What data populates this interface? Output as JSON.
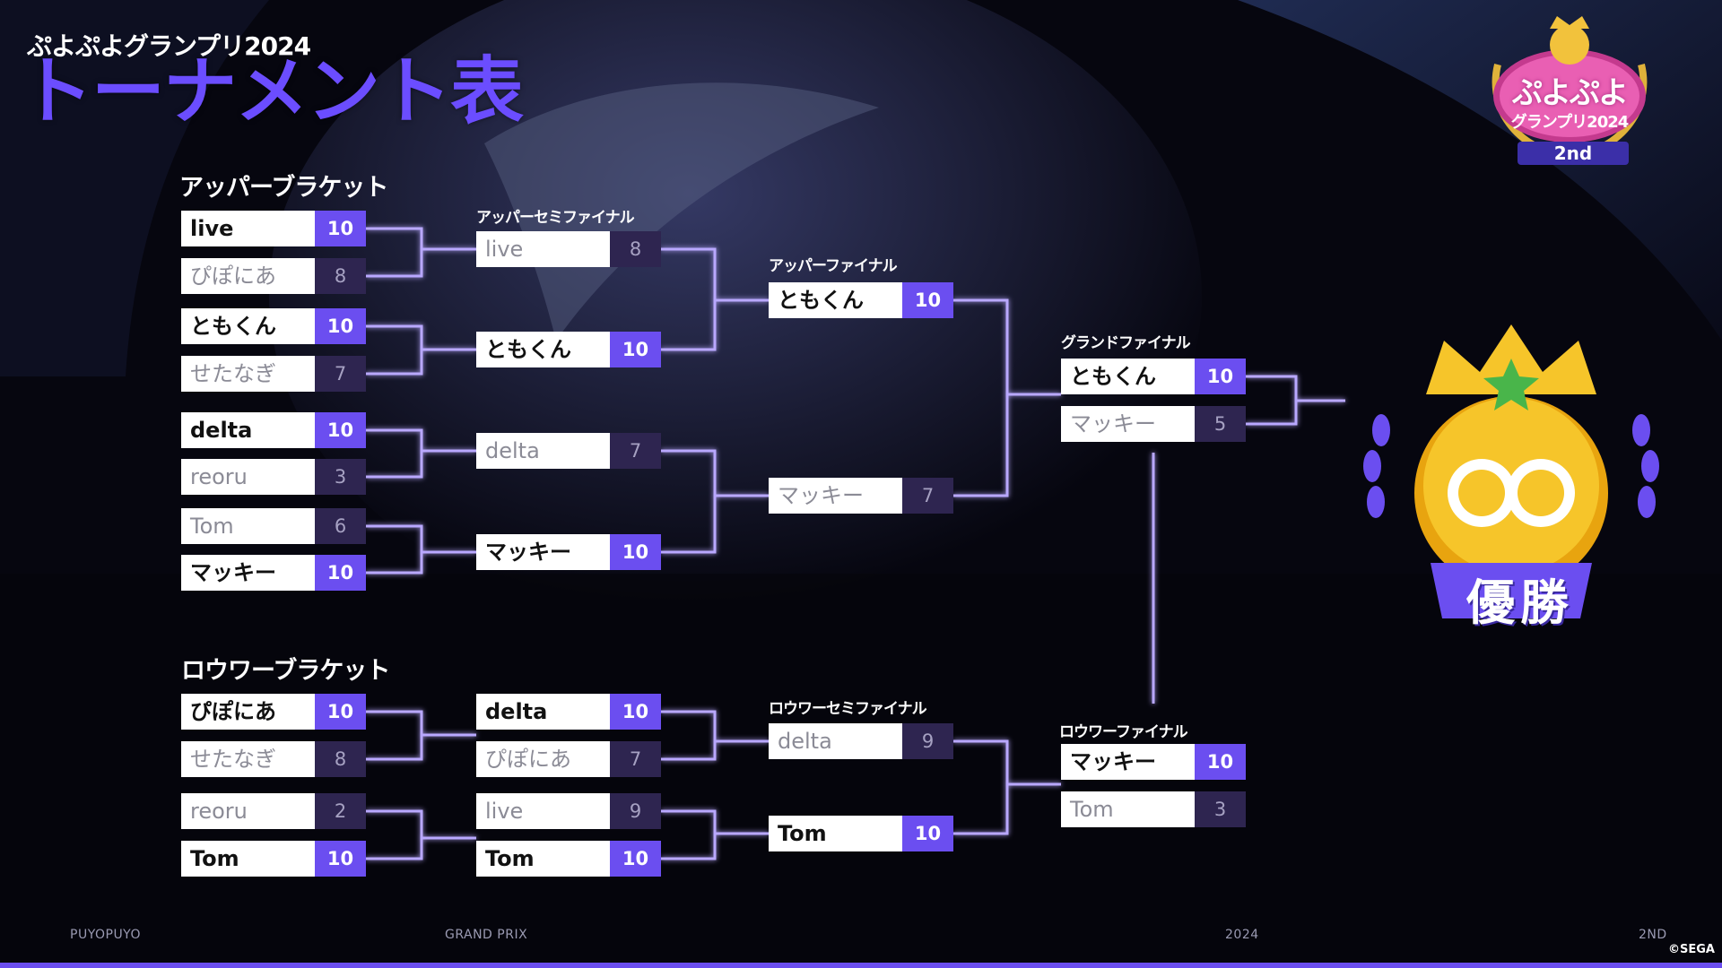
{
  "header": {
    "event_title": "ぷよぷよグランプリ2024",
    "page_title": "トーナメント表"
  },
  "sections": {
    "upper": "アッパーブラケット",
    "lower": "ロウワーブラケット"
  },
  "rounds": {
    "upper_semifinal": "アッパーセミファイナル",
    "upper_final": "アッパーファイナル",
    "grand_final": "グランドファイナル",
    "lower_semifinal": "ロウワーセミファイナル",
    "lower_final": "ロウワーファイナル"
  },
  "matches": {
    "ub_qf": [
      [
        {
          "name": "live",
          "score": "10",
          "winner": true
        },
        {
          "name": "ぴぽにあ",
          "score": "8",
          "winner": false
        }
      ],
      [
        {
          "name": "ともくん",
          "score": "10",
          "winner": true
        },
        {
          "name": "せたなぎ",
          "score": "7",
          "winner": false
        }
      ],
      [
        {
          "name": "delta",
          "score": "10",
          "winner": true
        },
        {
          "name": "reoru",
          "score": "3",
          "winner": false
        }
      ],
      [
        {
          "name": "Tom",
          "score": "6",
          "winner": false
        },
        {
          "name": "マッキー",
          "score": "10",
          "winner": true
        }
      ]
    ],
    "ub_sf": [
      [
        {
          "name": "live",
          "score": "8",
          "winner": false
        },
        {
          "name": "ともくん",
          "score": "10",
          "winner": true
        }
      ],
      [
        {
          "name": "delta",
          "score": "7",
          "winner": false
        },
        {
          "name": "マッキー",
          "score": "10",
          "winner": true
        }
      ]
    ],
    "ub_f": [
      [
        {
          "name": "ともくん",
          "score": "10",
          "winner": true
        },
        {
          "name": "マッキー",
          "score": "7",
          "winner": false
        }
      ]
    ],
    "gf": [
      [
        {
          "name": "ともくん",
          "score": "10",
          "winner": true
        },
        {
          "name": "マッキー",
          "score": "5",
          "winner": false
        }
      ]
    ],
    "lb_r1": [
      [
        {
          "name": "ぴぽにあ",
          "score": "10",
          "winner": true
        },
        {
          "name": "せたなぎ",
          "score": "8",
          "winner": false
        }
      ],
      [
        {
          "name": "reoru",
          "score": "2",
          "winner": false
        },
        {
          "name": "Tom",
          "score": "10",
          "winner": true
        }
      ]
    ],
    "lb_r2": [
      [
        {
          "name": "delta",
          "score": "10",
          "winner": true
        },
        {
          "name": "ぴぽにあ",
          "score": "7",
          "winner": false
        }
      ],
      [
        {
          "name": "live",
          "score": "9",
          "winner": false
        },
        {
          "name": "Tom",
          "score": "10",
          "winner": true
        }
      ]
    ],
    "lb_sf": [
      [
        {
          "name": "delta",
          "score": "9",
          "winner": false
        },
        {
          "name": "Tom",
          "score": "10",
          "winner": true
        }
      ]
    ],
    "lb_f": [
      [
        {
          "name": "マッキー",
          "score": "10",
          "winner": true
        },
        {
          "name": "Tom",
          "score": "3",
          "winner": false
        }
      ]
    ]
  },
  "champion": {
    "label": "優勝"
  },
  "logo": {
    "line1": "ぷよぷよ",
    "line2": "グランプリ2024",
    "badge": "2nd"
  },
  "footer": {
    "items": [
      "PUYOPUYO",
      "GRAND PRIX",
      "2024",
      "2ND"
    ],
    "copyright": "©SEGA"
  },
  "colors": {
    "accent": "#6b4ef0",
    "loser_score": "#2e2550",
    "line_glow": "#b9a8ff"
  }
}
